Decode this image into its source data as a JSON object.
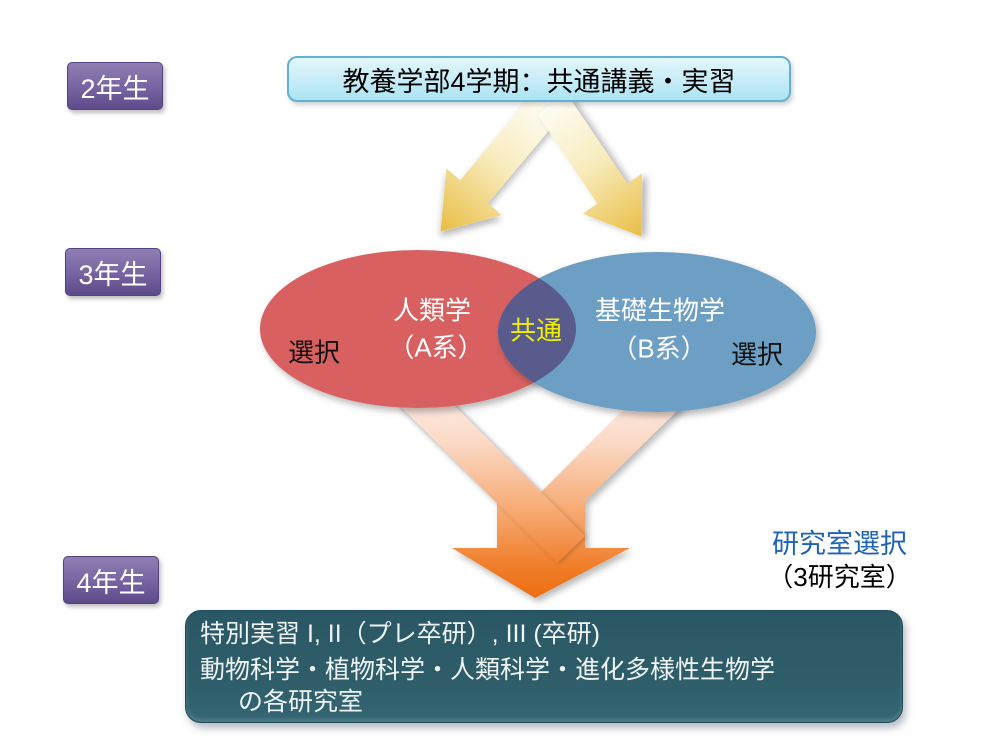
{
  "stages": [
    {
      "label": "2年生"
    },
    {
      "label": "3年生"
    },
    {
      "label": "4年生"
    }
  ],
  "top_box": {
    "label": "教養学部4学期：共通講義・実習"
  },
  "venn": {
    "left_ellipse": {
      "title": "人類学",
      "subtitle": "（A系）",
      "side_label": "選択"
    },
    "right_ellipse": {
      "title": "基礎生物学",
      "subtitle": "（B系）",
      "side_label": "選択"
    },
    "overlap_label": "共通"
  },
  "lab_selection": {
    "title": "研究室選択",
    "subtitle": "（3研究室）"
  },
  "bottom_box": {
    "line1": "特別実習 I, II（プレ卒研）, III (卒研)",
    "line2": "動物科学・植物科学・人類科学・進化多様性生物学",
    "line3": "の各研究室"
  },
  "colors": {
    "stage_badge_purple": "#6f5b9c",
    "top_box_cyan": "#c6ecf7",
    "left_ellipse_red": "#d86161",
    "right_ellipse_blue": "#6d9ec4",
    "overlap_purple": "#585b8c",
    "overlap_text_yellow": "#eef000",
    "gold_arrow": "#eabf43",
    "orange_arrow": "#ed6c10",
    "bottom_box_teal": "#2e5d69",
    "lab_selection_blue": "#1f63b5"
  }
}
